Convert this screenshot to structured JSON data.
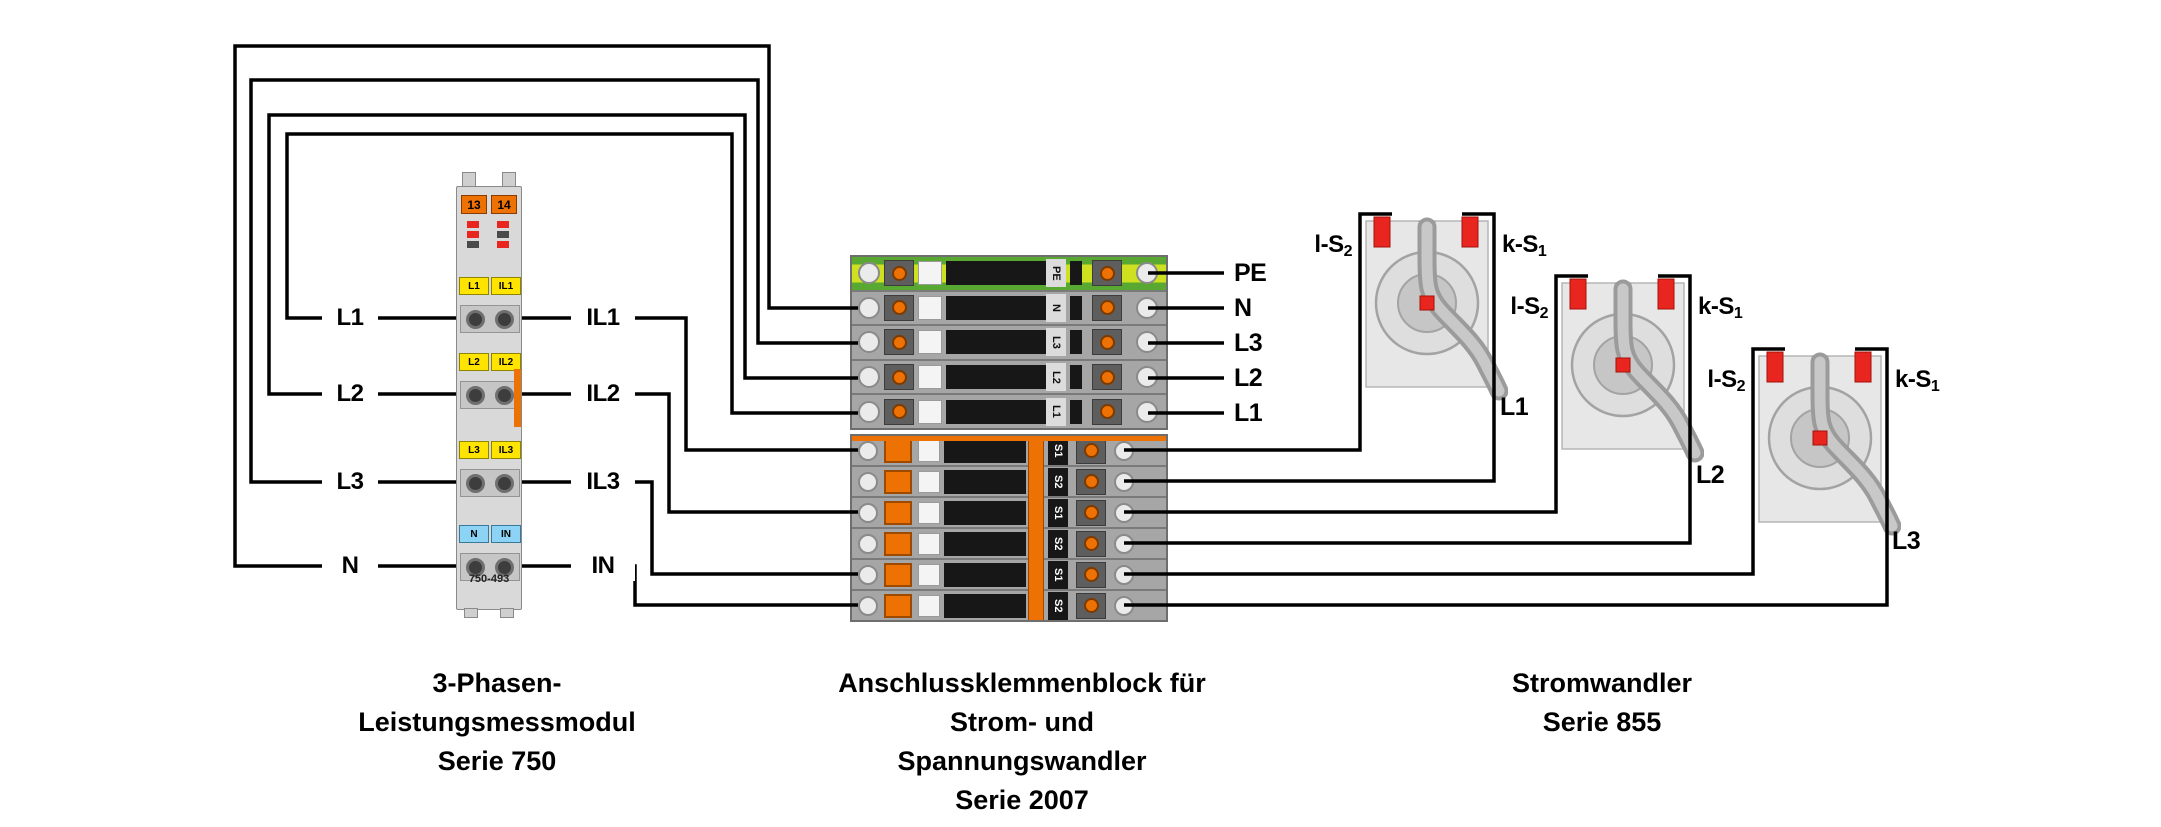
{
  "colors": {
    "wire": "#000000",
    "orange": "#ee7203",
    "red": "#e8251f",
    "yellow": "#ffe400",
    "blue": "#8cd3f5"
  },
  "module": {
    "top_terminals": [
      "13",
      "14"
    ],
    "rows": [
      {
        "left": "L1",
        "right": "IL1"
      },
      {
        "left": "L2",
        "right": "IL2"
      },
      {
        "left": "L3",
        "right": "IL3"
      },
      {
        "left": "N",
        "right": "IN"
      }
    ],
    "part_number": "750-493"
  },
  "input_labels": [
    "L1",
    "L2",
    "L3",
    "N"
  ],
  "output_labels": [
    "IL1",
    "IL2",
    "IL3",
    "IN"
  ],
  "terminal_block": {
    "voltage_rows": [
      "PE",
      "N",
      "L3",
      "L2",
      "L1"
    ],
    "current_rows": [
      "S1",
      "S2",
      "S1",
      "S2",
      "S1",
      "S2"
    ]
  },
  "transformers": [
    {
      "left_label": "l-S",
      "left_sub": "2",
      "right_label": "k-S",
      "right_sub": "1",
      "phase": "L1"
    },
    {
      "left_label": "l-S",
      "left_sub": "2",
      "right_label": "k-S",
      "right_sub": "1",
      "phase": "L2"
    },
    {
      "left_label": "l-S",
      "left_sub": "2",
      "right_label": "k-S",
      "right_sub": "1",
      "phase": "L3"
    }
  ],
  "captions": {
    "module": [
      "3-Phasen-Leistungsmessmodul",
      "Serie 750"
    ],
    "block": [
      "Anschlussklemmenblock für",
      "Strom- und Spannungswandler",
      "Serie 2007"
    ],
    "transformer": [
      "Stromwandler",
      "Serie 855"
    ]
  }
}
